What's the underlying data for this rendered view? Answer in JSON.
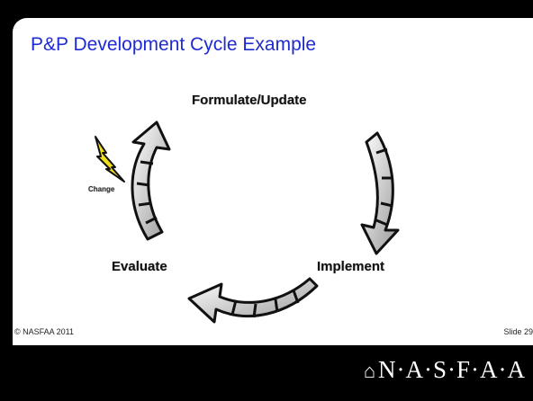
{
  "slide": {
    "title": "P&P Development Cycle Example",
    "footer_left": "© NASFAA 2011",
    "footer_right": "Slide 29"
  },
  "diagram": {
    "nodes": [
      {
        "id": "formulate",
        "label": "Formulate/Update"
      },
      {
        "id": "implement",
        "label": "Implement"
      },
      {
        "id": "evaluate",
        "label": "Evaluate"
      }
    ],
    "trigger": {
      "label": "Change",
      "icon": "lightning-bolt-icon"
    }
  },
  "logo": {
    "icon": "nasfaa-emblem-icon",
    "text": "N·A·S·F·A·A"
  },
  "colors": {
    "background": "#000000",
    "panel": "#ffffff",
    "title": "#1f2ad0",
    "bolt": "#f0e01a"
  }
}
